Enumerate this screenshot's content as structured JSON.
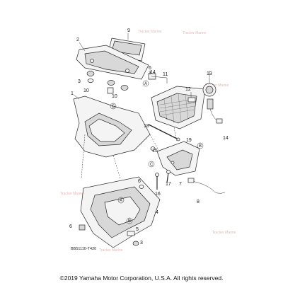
{
  "watermark": "Tracker Marine",
  "diagram_code": "BB51110-T420",
  "copyright": "©2019 Yamaha Motor Corporation, U.S.A. All rights reserved.",
  "callouts": {
    "c1": "1",
    "c2": "2",
    "c3": "3",
    "c4": "4",
    "c5": "5",
    "c6": "6",
    "c7": "7",
    "c8": "8",
    "c9": "9",
    "c10a": "10",
    "c10b": "10",
    "c11": "11",
    "c12": "12",
    "c13": "13",
    "c14a": "14",
    "c14b": "14",
    "c15": "15",
    "c16": "16",
    "c17": "17",
    "c18": "18",
    "c19": "19",
    "c3b": "3",
    "c6b": "6"
  },
  "circle_refs": {
    "a1": "A",
    "a2": "A",
    "b1": "B",
    "b2": "B",
    "c1": "C",
    "c2": "C"
  }
}
